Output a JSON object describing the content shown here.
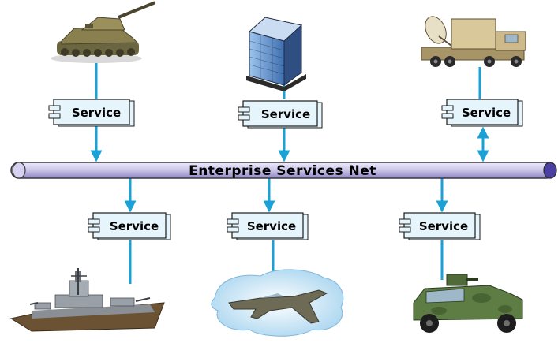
{
  "bus": {
    "label": "Enterprise Services Net"
  },
  "services": [
    {
      "label": "Service",
      "node": "tank-icon",
      "direction": "to-bus"
    },
    {
      "label": "Service",
      "node": "building-icon",
      "direction": "to-bus"
    },
    {
      "label": "Service",
      "node": "radar-truck-icon",
      "direction": "bidirectional"
    },
    {
      "label": "Service",
      "node": "warship-icon",
      "direction": "from-bus"
    },
    {
      "label": "Service",
      "node": "fighter-jet-icon",
      "direction": "from-bus"
    },
    {
      "label": "Service",
      "node": "humvee-icon",
      "direction": "from-bus"
    }
  ],
  "colors": {
    "connector": "#1aa2d6",
    "service_fill": "#e6f4fb",
    "service_border": "#1b1b1b",
    "bus_fill": "#c9c3e6",
    "bus_end": "#4b3fa3"
  }
}
